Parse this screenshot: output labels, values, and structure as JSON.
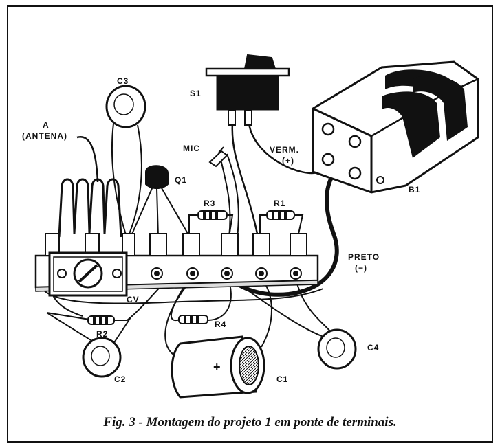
{
  "labels": {
    "c3": "C3",
    "s1": "S1",
    "antenna_a": "A",
    "antenna_name": "(ANTENA)",
    "mic": "MIC",
    "q1": "Q1",
    "verm": "VERM.",
    "verm_sign": "(+)",
    "b1": "B1",
    "r3": "R3",
    "r1": "R1",
    "preto": "PRETO",
    "preto_sign": "(−)",
    "cv": "CV",
    "r4": "R4",
    "r2": "R2",
    "c4": "C4",
    "c2": "C2",
    "c1": "C1",
    "plus": "+"
  },
  "caption": "Fig. 3 - Montagem  do projeto 1 em ponte de terminais."
}
